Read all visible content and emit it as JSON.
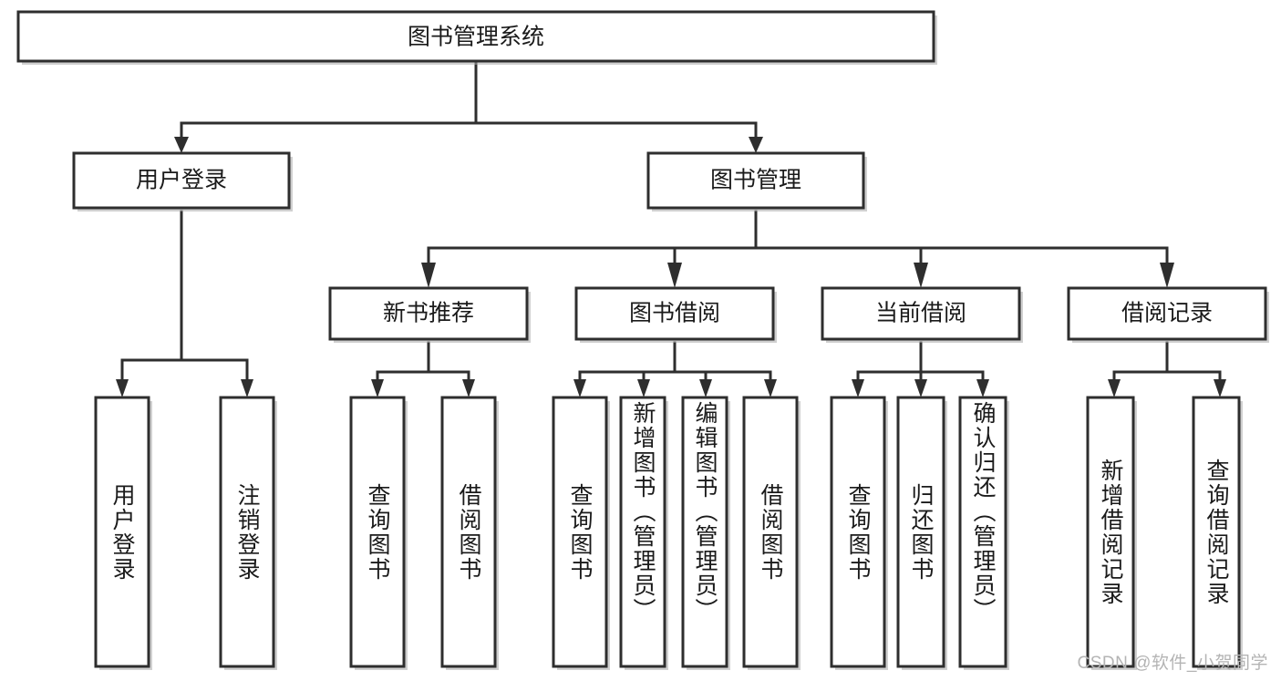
{
  "diagram": {
    "type": "tree",
    "title": "图书管理系统",
    "orientation": "top-down",
    "colors": {
      "box_stroke": "#2e2e2e",
      "box_fill": "#ffffff",
      "text": "#1a1a1a",
      "connector": "#2e2e2e",
      "watermark": "#b4b4b4",
      "background": "#ffffff"
    },
    "root": {
      "label": "图书管理系统"
    },
    "level2": [
      {
        "id": "user-login",
        "label": "用户登录"
      },
      {
        "id": "book-management",
        "label": "图书管理"
      }
    ],
    "level3": [
      {
        "id": "new-book-recommend",
        "label": "新书推荐",
        "parent": "book-management"
      },
      {
        "id": "book-borrow",
        "label": "图书借阅",
        "parent": "book-management"
      },
      {
        "id": "current-borrow",
        "label": "当前借阅",
        "parent": "book-management"
      },
      {
        "id": "borrow-record",
        "label": "借阅记录",
        "parent": "book-management"
      }
    ],
    "leaves": {
      "user-login": [
        {
          "id": "leaf-user-login",
          "label": "用户登录"
        },
        {
          "id": "leaf-logout-login",
          "label": "注销登录"
        }
      ],
      "new-book-recommend": [
        {
          "id": "leaf-query-book-1",
          "label": "查询图书"
        },
        {
          "id": "leaf-borrow-book-1",
          "label": "借阅图书"
        }
      ],
      "book-borrow": [
        {
          "id": "leaf-query-book-2",
          "label": "查询图书"
        },
        {
          "id": "leaf-add-book-admin",
          "label": "新增图书（管理员）"
        },
        {
          "id": "leaf-edit-book-admin",
          "label": "编辑图书（管理员）"
        },
        {
          "id": "leaf-borrow-book-2",
          "label": "借阅图书"
        }
      ],
      "current-borrow": [
        {
          "id": "leaf-query-book-3",
          "label": "查询图书"
        },
        {
          "id": "leaf-return-book",
          "label": "归还图书"
        },
        {
          "id": "leaf-confirm-return-admin",
          "label": "确认归还（管理员）"
        }
      ],
      "borrow-record": [
        {
          "id": "leaf-add-borrow-record",
          "label": "新增借阅记录"
        },
        {
          "id": "leaf-query-borrow-record",
          "label": "查询借阅记录"
        }
      ]
    }
  },
  "watermark": {
    "text": "CSDN @软件_小贺同学"
  }
}
